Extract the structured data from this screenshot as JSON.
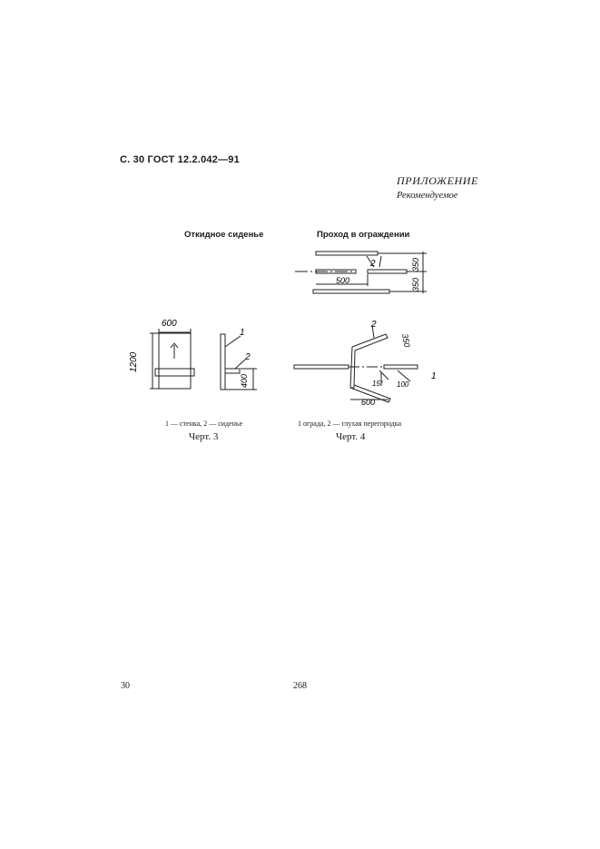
{
  "header": "С. 30 ГОСТ 12.2.042—91",
  "appendix": {
    "title": "ПРИЛОЖЕНИЕ",
    "status": "Рекомендуемое"
  },
  "figure3": {
    "title": "Откидное сиденье",
    "dimensions": {
      "width": "600",
      "height": "1200",
      "seat_height": "400"
    },
    "callouts": {
      "c1": "1",
      "c2": "2"
    },
    "legend": "1 — стенка, 2 — сиденье",
    "caption": "Черт. 3"
  },
  "figure4": {
    "title": "Проход в ограждении",
    "dimensions": {
      "top_gap": "350",
      "bottom_gap": "350",
      "length": "500",
      "angle": "15°",
      "width": "600",
      "slant": "350",
      "offset": "100"
    },
    "callouts": {
      "c1": "1",
      "c2": "2",
      "c2b": "2"
    },
    "legend": "1 ограда, 2 — глухая перегородка",
    "caption": "Черт. 4"
  },
  "page_numbers": {
    "left": "30",
    "center": "268"
  }
}
